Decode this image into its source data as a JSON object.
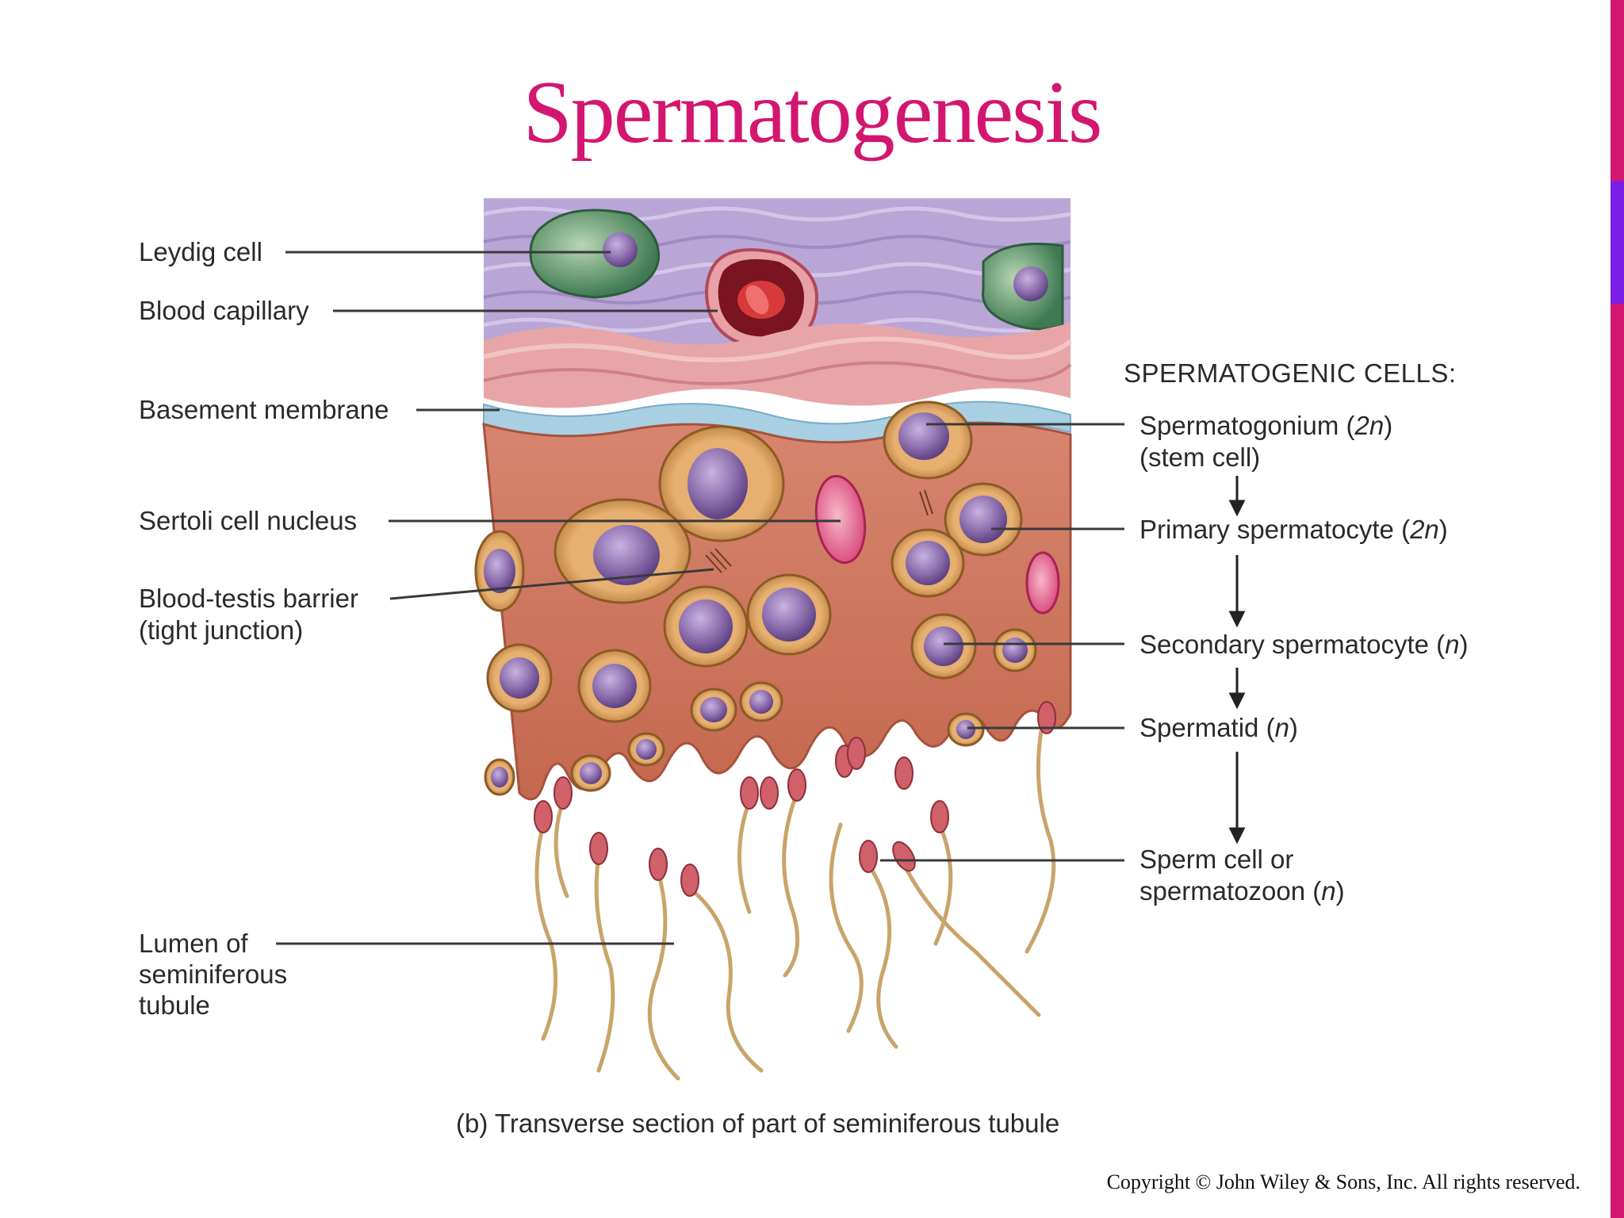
{
  "slide": {
    "title": "Spermatogenesis",
    "caption": "(b) Transverse section of part of seminiferous tubule",
    "copyright": "Copyright © John Wiley & Sons, Inc. All rights reserved."
  },
  "left_labels": {
    "leydig": "Leydig cell",
    "capillary": "Blood capillary",
    "basement": "Basement membrane",
    "sertoli": "Sertoli cell nucleus",
    "barrier_1": "Blood-testis barrier",
    "barrier_2": "(tight junction)",
    "lumen_1": "Lumen of",
    "lumen_2": "seminiferous",
    "lumen_3": "tubule"
  },
  "right_labels": {
    "header": "SPERMATOGENIC CELLS:",
    "spermatogonium": "Spermatogonium (",
    "spermatogonium_ploidy": "2n",
    "stem": "(stem cell)",
    "primary": "Primary spermatocyte (",
    "primary_ploidy": "2n",
    "secondary": "Secondary spermatocyte (",
    "secondary_ploidy": "n",
    "spermatid": "Spermatid (",
    "spermatid_ploidy": "n",
    "sperm_1": "Sperm cell or",
    "sperm_2": "spermatozoon (",
    "sperm_ploidy": "n",
    "close_paren": ")"
  },
  "colors": {
    "title": "#d3166f",
    "side_bar": "#d3166f",
    "side_accent": "#7b1fe6",
    "interstitium": "#b9a6d6",
    "sertoli": "#d6826c",
    "nucleus": "#8a6aa8"
  }
}
